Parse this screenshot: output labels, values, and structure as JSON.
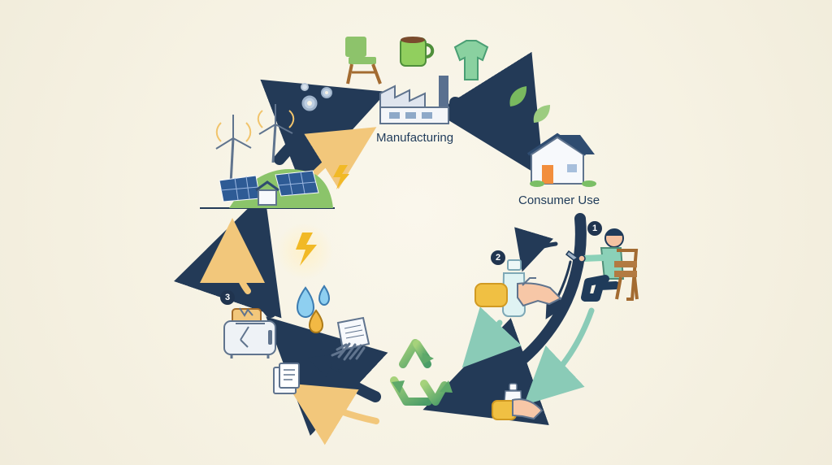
{
  "diagram": {
    "stages": {
      "manufacturing": {
        "label": "Manufacturing"
      },
      "consumer_use": {
        "label": "Consumer Use"
      }
    },
    "steps": [
      {
        "number": "1"
      },
      {
        "number": "2"
      },
      {
        "number": "3"
      }
    ],
    "icons": [
      "chair-icon",
      "mug-icon",
      "tshirt-icon",
      "factory-icon",
      "house-icon",
      "wind-turbine-icon",
      "solar-panel-icon",
      "gear-icon",
      "lightning-icon",
      "water-drop-icon",
      "shredded-paper-icon",
      "toaster-icon",
      "document-icon",
      "recycle-icon",
      "bottle-icon",
      "hand-icon",
      "person-repairing-chair-icon",
      "leaf-icon"
    ],
    "colors": {
      "arrow_dark": "#233a57",
      "arrow_teal": "#7dbfa9",
      "arrow_orange": "#f2c77b",
      "green": "#73b85a",
      "background": "#f7f3e6"
    }
  }
}
